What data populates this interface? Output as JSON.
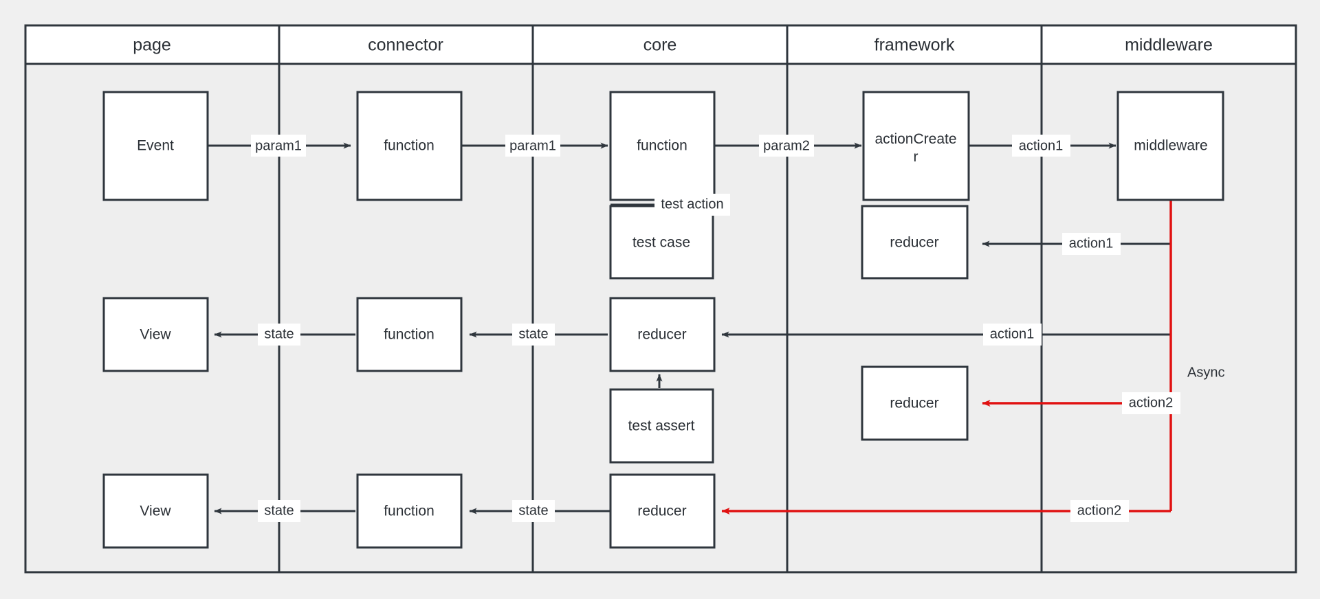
{
  "diagram": {
    "title": "Redux data flow swimlane diagram",
    "background_color": "#f0f0f0",
    "frame_color": "#2f363d",
    "node_fill": "#ffffff",
    "edge_color": "#2f363d",
    "async_color": "#e01111",
    "lane_header_fill": "#ffffff",
    "lane_body_fill": "#eeeeee"
  },
  "lanes": [
    {
      "id": "page",
      "label": "page"
    },
    {
      "id": "connector",
      "label": "connector"
    },
    {
      "id": "core",
      "label": "core"
    },
    {
      "id": "framework",
      "label": "framework"
    },
    {
      "id": "middleware",
      "label": "middleware"
    }
  ],
  "nodes": [
    {
      "id": "event",
      "label": "Event",
      "lane": "page"
    },
    {
      "id": "conn_fn_top",
      "label": "function",
      "lane": "connector"
    },
    {
      "id": "core_fn_top",
      "label": "function",
      "lane": "core"
    },
    {
      "id": "action_creator",
      "label": "actionCreater",
      "lane": "framework"
    },
    {
      "id": "middleware",
      "label": "middleware",
      "lane": "middleware"
    },
    {
      "id": "test_case",
      "label": "test case",
      "lane": "core"
    },
    {
      "id": "reducer_top",
      "label": "reducer",
      "lane": "framework"
    },
    {
      "id": "view_mid",
      "label": "View",
      "lane": "page"
    },
    {
      "id": "conn_fn_mid",
      "label": "function",
      "lane": "connector"
    },
    {
      "id": "reducer_mid",
      "label": "reducer",
      "lane": "core"
    },
    {
      "id": "test_assert",
      "label": "test assert",
      "lane": "core"
    },
    {
      "id": "reducer_async",
      "label": "reducer",
      "lane": "framework"
    },
    {
      "id": "view_bot",
      "label": "View",
      "lane": "page"
    },
    {
      "id": "conn_fn_bot",
      "label": "function",
      "lane": "connector"
    },
    {
      "id": "reducer_bot",
      "label": "reducer",
      "lane": "core"
    }
  ],
  "edges": [
    {
      "id": "e1",
      "from": "event",
      "to": "conn_fn_top",
      "label": "param1",
      "style": "solid"
    },
    {
      "id": "e2",
      "from": "conn_fn_top",
      "to": "core_fn_top",
      "label": "param1",
      "style": "solid"
    },
    {
      "id": "e3",
      "from": "core_fn_top",
      "to": "action_creator",
      "label": "param2",
      "style": "solid"
    },
    {
      "id": "e4",
      "from": "action_creator",
      "to": "middleware",
      "label": "action1",
      "style": "solid"
    },
    {
      "id": "e5",
      "from": "test_case",
      "to": "core_fn_top",
      "label": "test action",
      "style": "solid"
    },
    {
      "id": "e6",
      "from": "middleware",
      "to": "reducer_top",
      "label": "action1",
      "style": "solid"
    },
    {
      "id": "e7",
      "from": "middleware",
      "to": "reducer_mid",
      "label": "action1",
      "style": "solid"
    },
    {
      "id": "e8",
      "from": "reducer_mid",
      "to": "conn_fn_mid",
      "label": "state",
      "style": "solid"
    },
    {
      "id": "e9",
      "from": "conn_fn_mid",
      "to": "view_mid",
      "label": "state",
      "style": "solid"
    },
    {
      "id": "e10",
      "from": "test_assert",
      "to": "reducer_mid",
      "label": "",
      "style": "solid"
    },
    {
      "id": "e11",
      "from": "middleware",
      "to": "reducer_async",
      "label": "action2",
      "style": "async"
    },
    {
      "id": "e12",
      "from": "middleware",
      "to": "reducer_bot",
      "label": "action2",
      "style": "async"
    },
    {
      "id": "e13",
      "from": "reducer_bot",
      "to": "conn_fn_bot",
      "label": "state",
      "style": "solid"
    },
    {
      "id": "e14",
      "from": "conn_fn_bot",
      "to": "view_bot",
      "label": "state",
      "style": "solid"
    }
  ],
  "annotations": [
    {
      "id": "async_label",
      "label": "Async"
    }
  ]
}
